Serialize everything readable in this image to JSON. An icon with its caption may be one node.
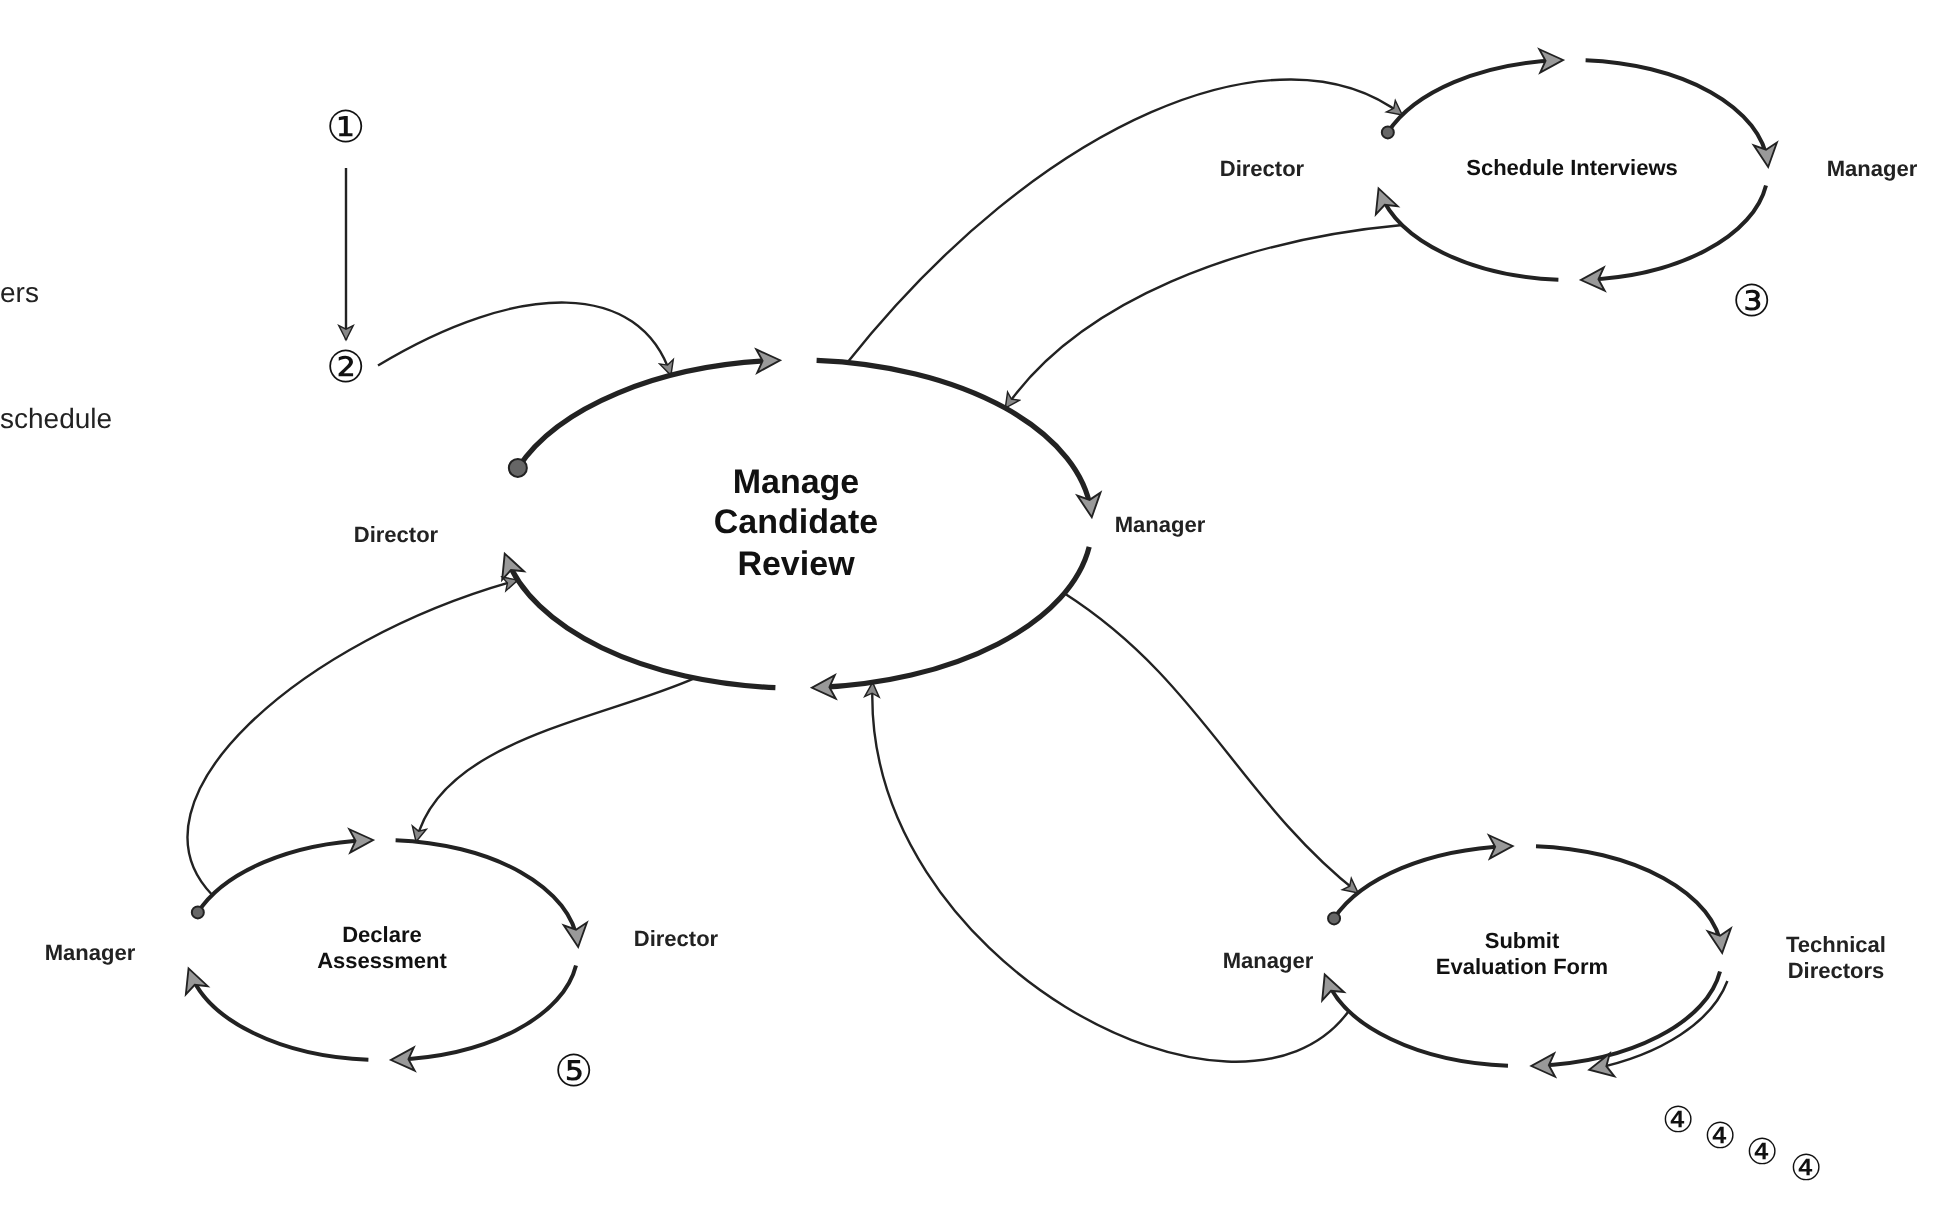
{
  "diagram": {
    "nodes": [
      {
        "text": [
          "①"
        ]
      },
      {
        "text": [
          "②"
        ]
      },
      {
        "text": [
          "Manage Candidate Review"
        ],
        "beside": [
          "Director",
          "Manager"
        ]
      },
      {
        "text": [
          "Schedule Interviews"
        ],
        "beside": [
          "Director",
          "Manager"
        ]
      },
      {
        "text": [
          "Submit Evaluation Form"
        ],
        "beside": [
          "Manager",
          "Technical Directors"
        ]
      },
      {
        "text": [
          "Declare Assessment"
        ],
        "beside": [
          "Manager",
          "Director"
        ]
      }
    ],
    "edges": [
      {
        "from": 0,
        "to": 1,
        "arrow": "to"
      },
      {
        "from": 1,
        "to": 2,
        "arrow": "to"
      },
      {
        "from": 2,
        "to": 3,
        "arrow": "to"
      },
      {
        "from": 3,
        "to": 2,
        "arrow": "to"
      },
      {
        "from": 2,
        "to": 4,
        "arrow": "to"
      },
      {
        "from": 4,
        "to": 2,
        "arrow": "to"
      },
      {
        "from": 2,
        "to": 5,
        "arrow": "to"
      },
      {
        "from": 5,
        "to": 2,
        "arrow": "to"
      }
    ],
    "labels": [
      "ers",
      "schedule",
      "③",
      "⑤",
      "④",
      "④",
      "④",
      "④"
    ]
  }
}
